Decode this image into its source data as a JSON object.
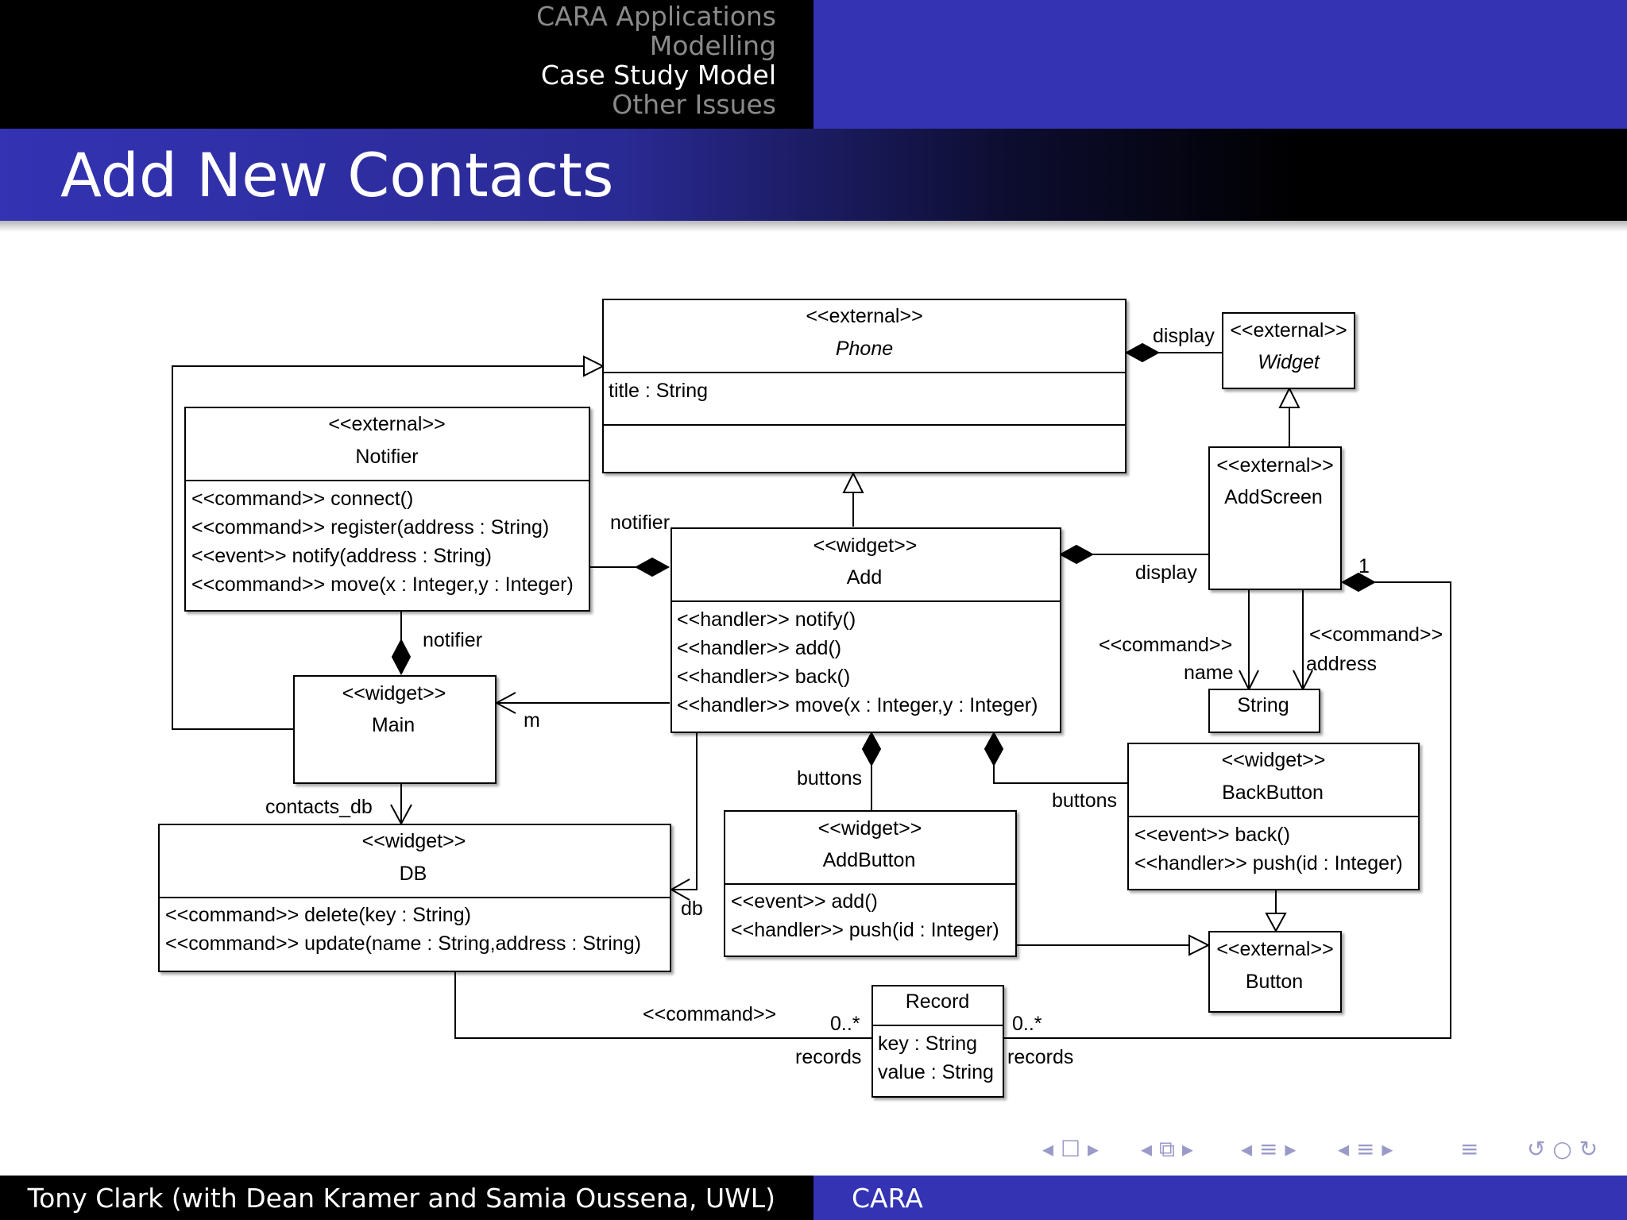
{
  "nav": [
    "CARA Applications",
    "Modelling",
    "Case Study Model",
    "Other Issues"
  ],
  "slide_title": "Add New Contacts",
  "footer": {
    "left": "Tony Clark (with Dean Kramer and Samia Oussena, UWL)",
    "right": "CARA"
  },
  "diagram": {
    "phone": {
      "stereo": "<<external>>",
      "name": "Phone",
      "attr": "title : String"
    },
    "widget": {
      "stereo": "<<external>>",
      "name": "Widget"
    },
    "notifier": {
      "stereo": "<<external>>",
      "name": "Notifier",
      "ops": [
        "<<command>> connect()",
        "<<command>> register(address : String)",
        "<<event>> notify(address : String)",
        "<<command>> move(x : Integer,y : Integer)"
      ]
    },
    "addscreen": {
      "stereo": "<<external>>",
      "name": "AddScreen"
    },
    "add": {
      "stereo": "<<widget>>",
      "name": "Add",
      "ops": [
        "<<handler>> notify()",
        "<<handler>> add()",
        "<<handler>> back()",
        "<<handler>> move(x : Integer,y : Integer)"
      ]
    },
    "main": {
      "stereo": "<<widget>>",
      "name": "Main"
    },
    "string": {
      "name": "String"
    },
    "db": {
      "stereo": "<<widget>>",
      "name": "DB",
      "ops": [
        "<<command>> delete(key : String)",
        "<<command>> update(name : String,address : String)"
      ]
    },
    "addbutton": {
      "stereo": "<<widget>>",
      "name": "AddButton",
      "ops": [
        "<<event>> add()",
        "<<handler>> push(id : Integer)"
      ]
    },
    "backbutton": {
      "stereo": "<<widget>>",
      "name": "BackButton",
      "ops": [
        "<<event>> back()",
        "<<handler>> push(id : Integer)"
      ]
    },
    "button": {
      "stereo": "<<external>>",
      "name": "Button"
    },
    "record": {
      "name": "Record",
      "attrs": [
        "key : String",
        "value : String"
      ]
    },
    "labels": {
      "display_phone": "display",
      "notifier_add": "notifier",
      "notifier_main": "notifier",
      "display_addscreen": "display",
      "one": "1",
      "command_name": "<<command>>",
      "name": "name",
      "command_address": "<<command>>",
      "address": "address",
      "m": "m",
      "buttons_add": "buttons",
      "buttons_back": "buttons",
      "contacts_db": "contacts_db",
      "db": "db",
      "command_records": "<<command>>",
      "mult_left": "0..*",
      "records_left": "records",
      "mult_right": "0..*",
      "records_right": "records"
    }
  },
  "nav_symbols": [
    "◂ ☐ ▸",
    "◂ ⧉ ▸",
    "◂ ≡ ▸",
    "◂ ≡ ▸",
    "≡",
    "↺ ○ ↻"
  ]
}
